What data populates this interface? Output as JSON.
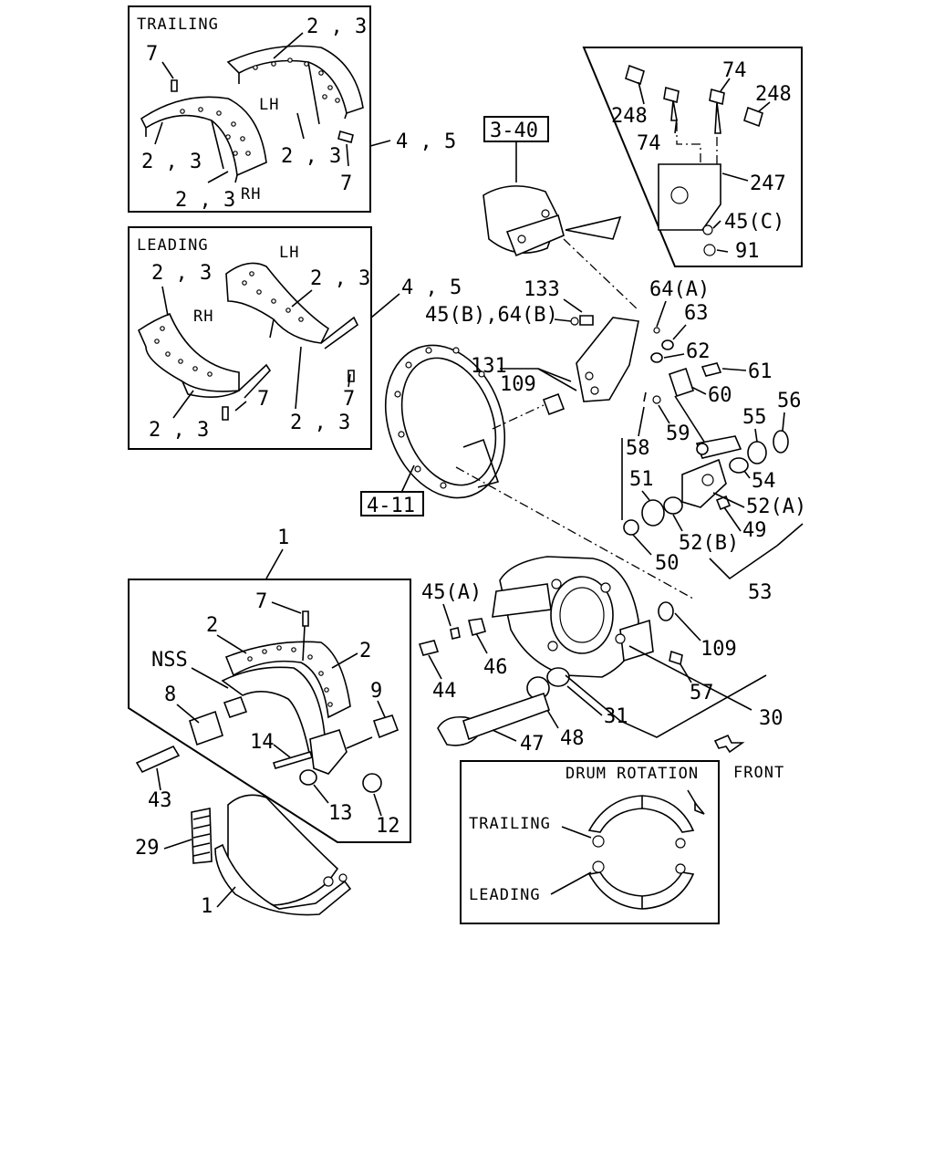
{
  "headings": {
    "trailing": "TRAILING",
    "leading": "LEADING",
    "drum_rotation": "DRUM ROTATION",
    "front": "FRONT",
    "trailing_shoe": "TRAILING",
    "leading_shoe": "LEADING",
    "nss": "NSS"
  },
  "side_labels": {
    "lh": "LH",
    "rh": "RH"
  },
  "refs": {
    "r340": "3-40",
    "r411": "4-11"
  },
  "callouts": {
    "c_23": "2 , 3",
    "c_45": "4 , 5",
    "c_7": "7",
    "c_74": "74",
    "c_248": "248",
    "c_247": "247",
    "c_45c": "45(C)",
    "c_91": "91",
    "c_133": "133",
    "c_64a": "64(A)",
    "c_45b64b": "45(B),64(B)",
    "c_63": "63",
    "c_131": "131",
    "c_62": "62",
    "c_61": "61",
    "c_109": "109",
    "c_60": "60",
    "c_56": "56",
    "c_55": "55",
    "c_59": "59",
    "c_58": "58",
    "c_54": "54",
    "c_51": "51",
    "c_52a": "52(A)",
    "c_49": "49",
    "c_50": "50",
    "c_52b": "52(B)",
    "c_53": "53",
    "c_1": "1",
    "c_2": "2",
    "c_45a": "45(A)",
    "c_46": "46",
    "c_44": "44",
    "c_57": "57",
    "c_8": "8",
    "c_9": "9",
    "c_14": "14",
    "c_31": "31",
    "c_30": "30",
    "c_48": "48",
    "c_47": "47",
    "c_43": "43",
    "c_13": "13",
    "c_12": "12",
    "c_29": "29"
  }
}
